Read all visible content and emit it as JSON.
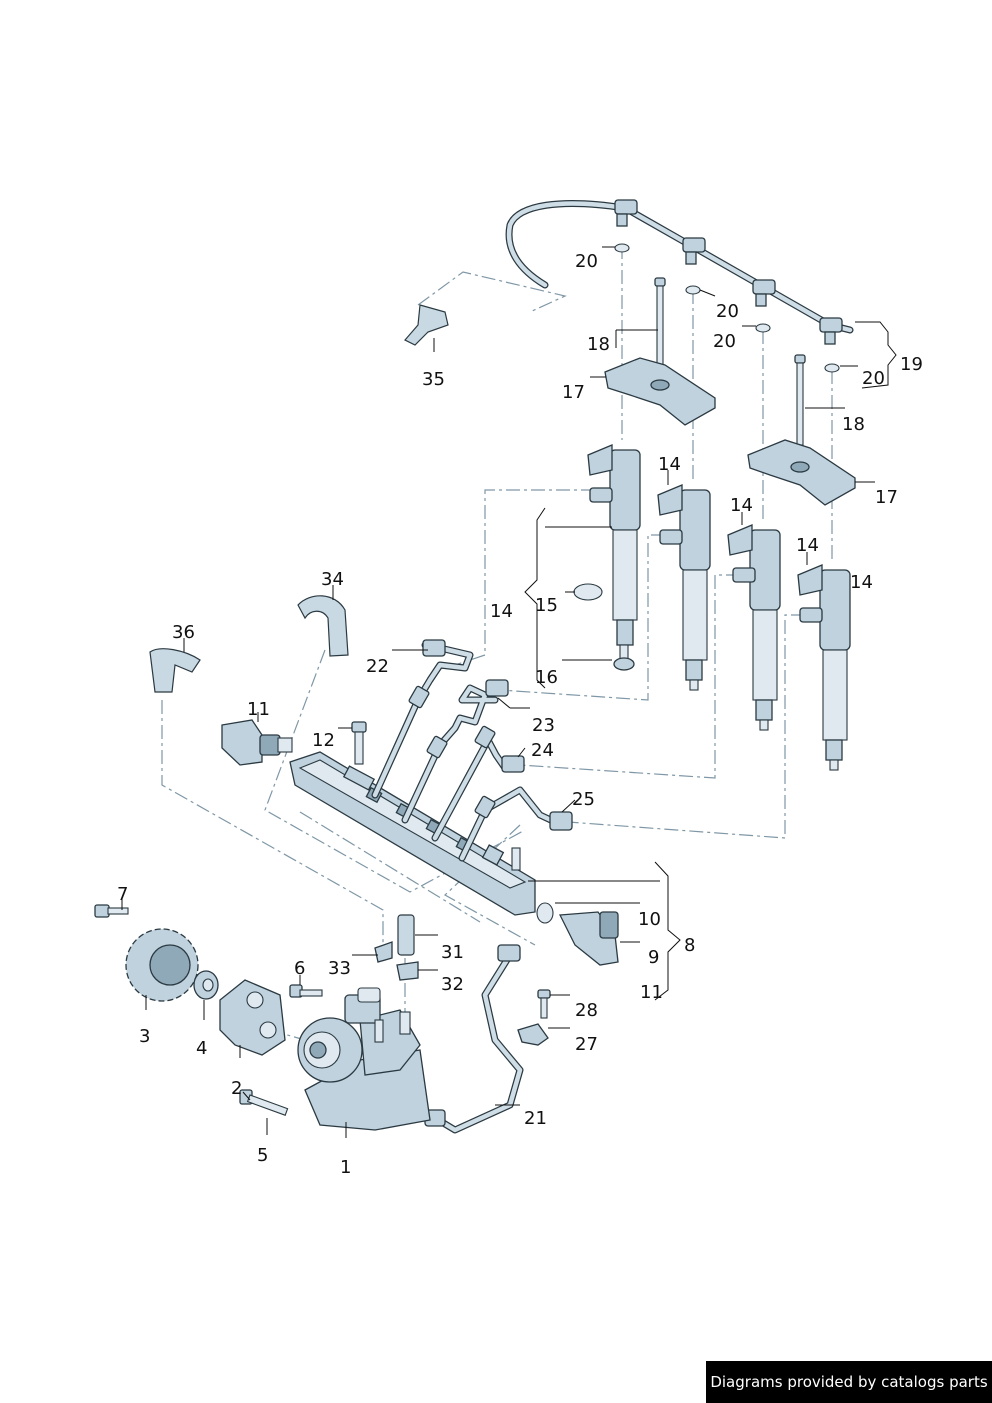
{
  "labels": {
    "l1": "1",
    "l2": "2",
    "l3": "3",
    "l4": "4",
    "l5": "5",
    "l6": "6",
    "l7": "7",
    "l8": "8",
    "l9": "9",
    "l10": "10",
    "l11a": "11",
    "l11b": "11",
    "l12": "12",
    "l14a": "14",
    "l14b": "14",
    "l14c": "14",
    "l14d": "14",
    "l14e": "14",
    "l15": "15",
    "l16": "16",
    "l17a": "17",
    "l17b": "17",
    "l18a": "18",
    "l18b": "18",
    "l19": "19",
    "l20a": "20",
    "l20b": "20",
    "l20c": "20",
    "l20d": "20",
    "l21": "21",
    "l22": "22",
    "l23": "23",
    "l24": "24",
    "l25": "25",
    "l27": "27",
    "l28": "28",
    "l31": "31",
    "l32": "32",
    "l33": "33",
    "l34": "34",
    "l35": "35",
    "l36": "36"
  },
  "footer": {
    "text": "Diagrams provided by catalogs parts"
  }
}
